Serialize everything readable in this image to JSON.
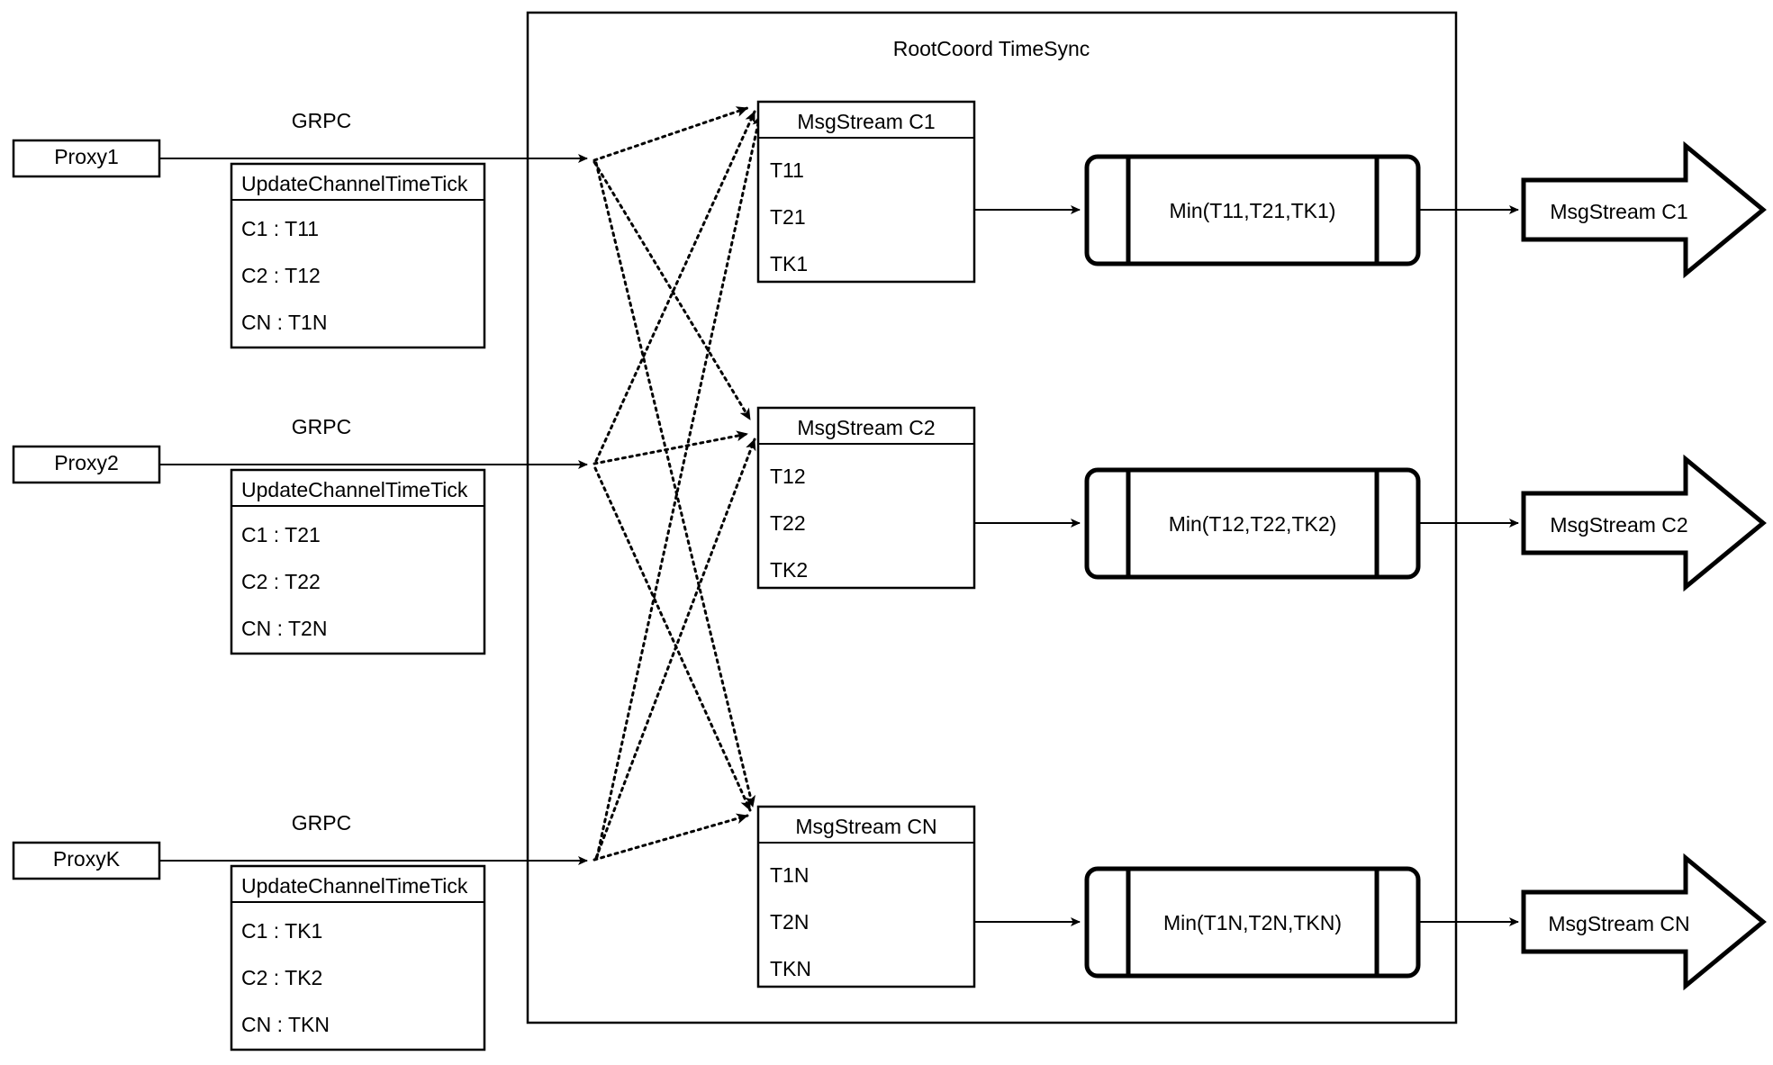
{
  "diagram": {
    "container_label": "RootCoord TimeSync",
    "protocol_label": "GRPC",
    "rpc_title": "UpdateChannelTimeTick"
  },
  "proxies": [
    {
      "name": "Proxy1",
      "protocol": "GRPC",
      "rpc_title": "UpdateChannelTimeTick",
      "rows": [
        "C1 :  T11",
        "C2 :  T12",
        "CN : T1N"
      ]
    },
    {
      "name": "Proxy2",
      "protocol": "GRPC",
      "rpc_title": "UpdateChannelTimeTick",
      "rows": [
        "C1 :  T21",
        "C2 :  T22",
        "CN : T2N"
      ]
    },
    {
      "name": "ProxyK",
      "protocol": "GRPC",
      "rpc_title": "UpdateChannelTimeTick",
      "rows": [
        "C1 :  TK1",
        "C2 :  TK2",
        "CN : TKN"
      ]
    }
  ],
  "msgstreams": [
    {
      "title": "MsgStream C1",
      "rows": [
        "T11",
        "T21",
        "TK1"
      ],
      "min_label": "Min(T11,T21,TK1)",
      "output_label": "MsgStream C1"
    },
    {
      "title": "MsgStream C2",
      "rows": [
        "T12",
        "T22",
        "TK2"
      ],
      "min_label": "Min(T12,T22,TK2)",
      "output_label": "MsgStream C2"
    },
    {
      "title": "MsgStream CN",
      "rows": [
        "T1N",
        "T2N",
        "TKN"
      ],
      "min_label": "Min(T1N,T2N,TKN)",
      "output_label": "MsgStream CN"
    }
  ],
  "colors": {
    "stroke": "#000000",
    "fill": "#ffffff"
  }
}
